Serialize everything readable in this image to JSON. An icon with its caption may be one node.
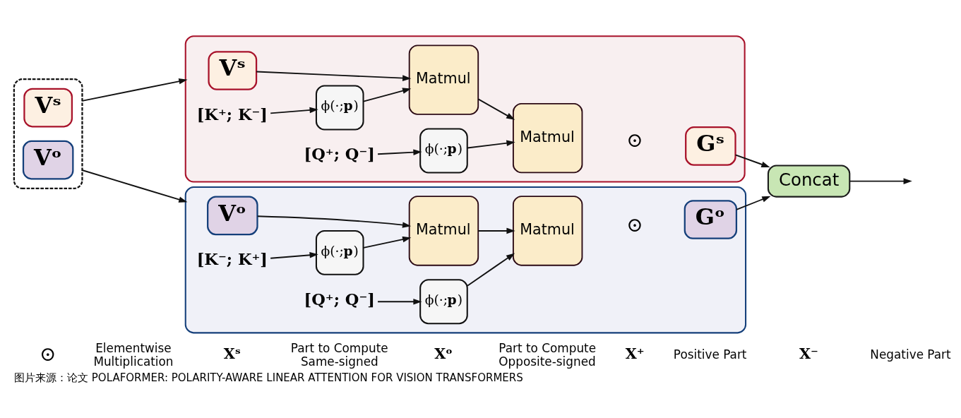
{
  "diagram": {
    "caption": "图片来源：论文 POLAFORMER: POLARITY-AWARE LINEAR ATTENTION FOR VISION TRANSFORMERS",
    "nodes": [
      {
        "text": [],
        "shape": "box"
      },
      {
        "text": [
          "Vˢ"
        ],
        "in": 0
      },
      {
        "text": [
          "Vᵒ"
        ],
        "in": 0
      },
      {
        "text": [],
        "shape": "box"
      },
      {
        "text": [
          "Vˢ"
        ],
        "in": 3
      },
      {
        "text": [
          "[K⁺; K⁻]"
        ],
        "in": 3
      },
      {
        "text": [
          "ϕ(·;**p**)"
        ],
        "in": 3
      },
      {
        "text": [
          "Matmul"
        ],
        "in": 3
      },
      {
        "text": [
          "[Q⁺; Q⁻]"
        ],
        "in": 3
      },
      {
        "text": [
          "ϕ(·;**p**)"
        ],
        "in": 3
      },
      {
        "text": [
          "Matmul"
        ],
        "in": 3
      },
      {
        "text": [
          "Gˢ"
        ],
        "in": 3
      },
      {
        "text": [],
        "shape": "box"
      },
      {
        "text": [
          "Vᵒ"
        ],
        "in": 12
      },
      {
        "text": [
          "[K⁻; K⁺]"
        ],
        "in": 12
      },
      {
        "text": [
          "ϕ(·;**p**)"
        ],
        "in": 12
      },
      {
        "text": [
          "Matmul"
        ],
        "in": 12
      },
      {
        "text": [
          "[Q⁺; Q⁻]"
        ],
        "in": 12
      },
      {
        "text": [
          "ϕ(·;**p**)"
        ],
        "in": 12
      },
      {
        "text": [
          "Matmul"
        ],
        "in": 12
      },
      {
        "text": [
          "Gᵒ"
        ],
        "in": 12
      },
      {
        "text": [
          "Concat"
        ]
      }
    ],
    "edges": [
      {
        "from": 0,
        "to": 3,
        "arrow": "to"
      },
      {
        "from": 0,
        "to": 12,
        "arrow": "to"
      },
      {
        "from": 4,
        "to": 7,
        "arrow": "to"
      },
      {
        "from": 5,
        "to": 6,
        "arrow": "to"
      },
      {
        "from": 6,
        "to": 7,
        "arrow": "to"
      },
      {
        "from": 7,
        "to": 10,
        "arrow": "to"
      },
      {
        "from": 8,
        "to": 9,
        "arrow": "to"
      },
      {
        "from": 9,
        "to": 10,
        "arrow": "to"
      },
      {
        "from": 13,
        "to": 16,
        "arrow": "to"
      },
      {
        "from": 14,
        "to": 15,
        "arrow": "to"
      },
      {
        "from": 15,
        "to": 16,
        "arrow": "to"
      },
      {
        "from": 16,
        "to": 19,
        "arrow": "to"
      },
      {
        "from": 17,
        "to": 18,
        "arrow": "to"
      },
      {
        "from": 18,
        "to": 19,
        "arrow": "to"
      },
      {
        "from": 11,
        "to": 21,
        "arrow": "to"
      },
      {
        "from": 20,
        "to": 21,
        "arrow": "to"
      },
      {
        "from": 21,
        "to": null,
        "arrow": "to"
      }
    ],
    "labels": [
      "⊙",
      "⊙",
      "⊙",
      "Elementwise Multiplication",
      "Xˢ",
      "Part to Compute Same-signed",
      "Xᵒ",
      "Part to Compute Opposite-signed",
      "X⁺",
      "Positive Part",
      "X⁻",
      "Negative Part"
    ]
  }
}
